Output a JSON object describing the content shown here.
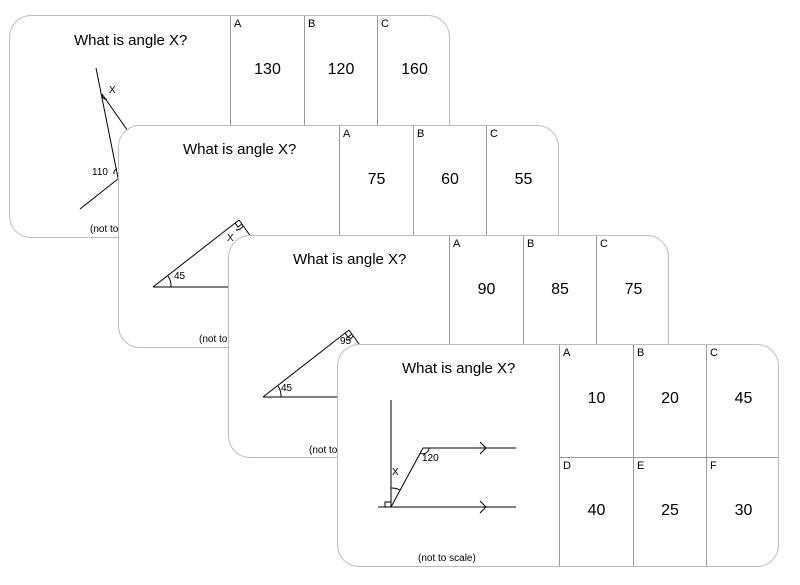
{
  "cards": [
    {
      "question": "What is angle X?",
      "note": "(not to scale)",
      "angle_labels": [
        "X",
        "110"
      ],
      "options": [
        {
          "letter": "A",
          "value": "130"
        },
        {
          "letter": "B",
          "value": "120"
        },
        {
          "letter": "C",
          "value": "160"
        }
      ]
    },
    {
      "question": "What is angle X?",
      "note": "(not to scale)",
      "angle_labels": [
        "X",
        "45"
      ],
      "options": [
        {
          "letter": "A",
          "value": "75"
        },
        {
          "letter": "B",
          "value": "60"
        },
        {
          "letter": "C",
          "value": "55"
        }
      ]
    },
    {
      "question": "What is angle X?",
      "note": "(not to scale)",
      "angle_labels": [
        "95",
        "45"
      ],
      "options": [
        {
          "letter": "A",
          "value": "90"
        },
        {
          "letter": "B",
          "value": "85"
        },
        {
          "letter": "C",
          "value": "75"
        }
      ]
    },
    {
      "question": "What is angle X?",
      "note": "(not to scale)",
      "angle_labels": [
        "X",
        "120"
      ],
      "options": [
        {
          "letter": "A",
          "value": "10"
        },
        {
          "letter": "B",
          "value": "20"
        },
        {
          "letter": "C",
          "value": "45"
        },
        {
          "letter": "D",
          "value": "40"
        },
        {
          "letter": "E",
          "value": "25"
        },
        {
          "letter": "F",
          "value": "30"
        }
      ]
    }
  ]
}
